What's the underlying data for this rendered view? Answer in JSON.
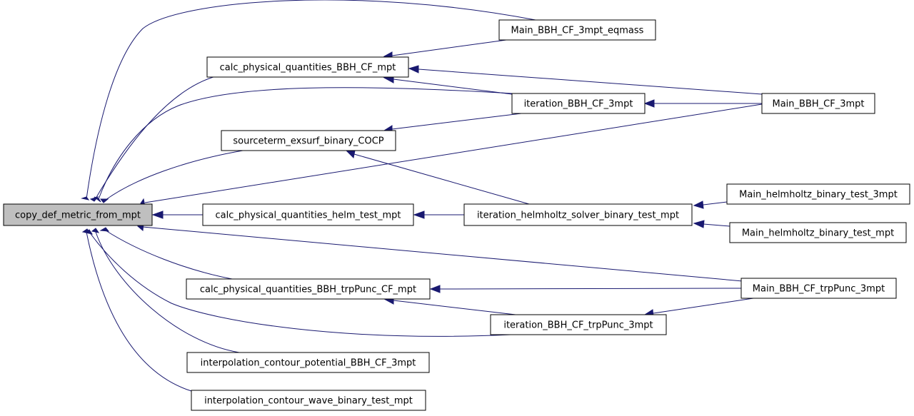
{
  "graph": {
    "nodes": [
      {
        "id": "root",
        "label": "copy_def_metric_from_mpt"
      },
      {
        "id": "cpq",
        "label": "calc_physical_quantities_BBH_CF_mpt"
      },
      {
        "id": "src",
        "label": "sourceterm_exsurf_binary_COCP"
      },
      {
        "id": "helm",
        "label": "calc_physical_quantities_helm_test_mpt"
      },
      {
        "id": "trp",
        "label": "calc_physical_quantities_BBH_trpPunc_CF_mpt"
      },
      {
        "id": "icp",
        "label": "interpolation_contour_potential_BBH_CF_3mpt"
      },
      {
        "id": "icw",
        "label": "interpolation_contour_wave_binary_test_mpt"
      },
      {
        "id": "meq",
        "label": "Main_BBH_CF_3mpt_eqmass"
      },
      {
        "id": "it3",
        "label": "iteration_BBH_CF_3mpt"
      },
      {
        "id": "m3",
        "label": "Main_BBH_CF_3mpt"
      },
      {
        "id": "ihs",
        "label": "iteration_helmholtz_solver_binary_test_mpt"
      },
      {
        "id": "mh3",
        "label": "Main_helmholtz_binary_test_3mpt"
      },
      {
        "id": "mhm",
        "label": "Main_helmholtz_binary_test_mpt"
      },
      {
        "id": "mtp",
        "label": "Main_BBH_CF_trpPunc_3mpt"
      },
      {
        "id": "itp",
        "label": "iteration_BBH_CF_trpPunc_3mpt"
      }
    ],
    "edges": [
      {
        "from": "cpq",
        "to": "root"
      },
      {
        "from": "src",
        "to": "root"
      },
      {
        "from": "helm",
        "to": "root"
      },
      {
        "from": "trp",
        "to": "root"
      },
      {
        "from": "icp",
        "to": "root"
      },
      {
        "from": "icw",
        "to": "root"
      },
      {
        "from": "meq",
        "to": "root"
      },
      {
        "from": "it3",
        "to": "root"
      },
      {
        "from": "m3",
        "to": "root"
      },
      {
        "from": "mtp",
        "to": "root"
      },
      {
        "from": "itp",
        "to": "root"
      },
      {
        "from": "meq",
        "to": "cpq"
      },
      {
        "from": "it3",
        "to": "cpq"
      },
      {
        "from": "m3",
        "to": "cpq"
      },
      {
        "from": "it3",
        "to": "src"
      },
      {
        "from": "ihs",
        "to": "src"
      },
      {
        "from": "m3",
        "to": "it3"
      },
      {
        "from": "ihs",
        "to": "helm"
      },
      {
        "from": "mh3",
        "to": "ihs"
      },
      {
        "from": "mhm",
        "to": "ihs"
      },
      {
        "from": "mtp",
        "to": "trp"
      },
      {
        "from": "itp",
        "to": "trp"
      },
      {
        "from": "mtp",
        "to": "itp"
      }
    ]
  }
}
